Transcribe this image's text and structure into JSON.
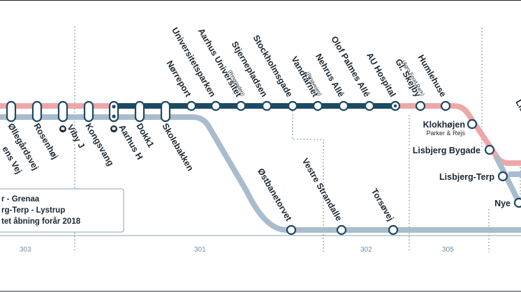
{
  "colors": {
    "pink_line": "#eea7a8",
    "gray_line": "#a9bccd",
    "dark_line": "#1d4a64",
    "zone_border": "#8aa0b3",
    "zone_text": "#6f8fa6",
    "ink": "#1b2731"
  },
  "stations": {
    "bellegaardsvej": "Øllegårdsvej",
    "rosenhoj": "Rosenhøj",
    "viby_j": "Viby J",
    "kongsvang": "Kongsvang",
    "aarhus_h": "Aarhus H",
    "dokk1": "Dokk1",
    "skolebakken": "Skolebakken",
    "norreport": "Nørreport",
    "universitetsparken": "Universitetsparken",
    "aarhus_universitet": "Aarhus Universitet",
    "aarhus_universitet_sub": "(Ringgaden)",
    "stjernepladsen": "Stjernepladsen",
    "stockholmsgade": "Stockholmsgade",
    "vandtarnet": "Vandtårnet",
    "vandtarnet_sub": "(Ringvejen)",
    "nehrus_alle": "Nehrus Allé",
    "olof_palmes_alle": "Olof Palmes Allé",
    "au_hospital": "AU Hospital",
    "gl_skejby": "Gl. Skejby",
    "gl_skejby_sub": "(Agro Food Park)",
    "humlehuse": "Humlehuse",
    "klokhojen": "Klokhøjen",
    "klokhojen_sub": "Parker & Rejs",
    "lisbjerg_bygade": "Lisbjerg Bygade",
    "lisbjerg_terp": "Lisbjerg-Terp",
    "nye": "Nye",
    "ostbanetorvet": "Østbanetorvet",
    "vestre_strandalle": "Vestre Strandalle",
    "torsovej": "Torsøvej",
    "partial_left_station": "ens Vej",
    "partial_right_station": "Lis"
  },
  "legend": {
    "line1": "r - Grenaa",
    "line2": "rg-Terp - Lystrup",
    "line3": "tet åbning forår 2018"
  },
  "zones": {
    "z303": "303",
    "z301": "301",
    "z302": "302",
    "z305": "305"
  }
}
